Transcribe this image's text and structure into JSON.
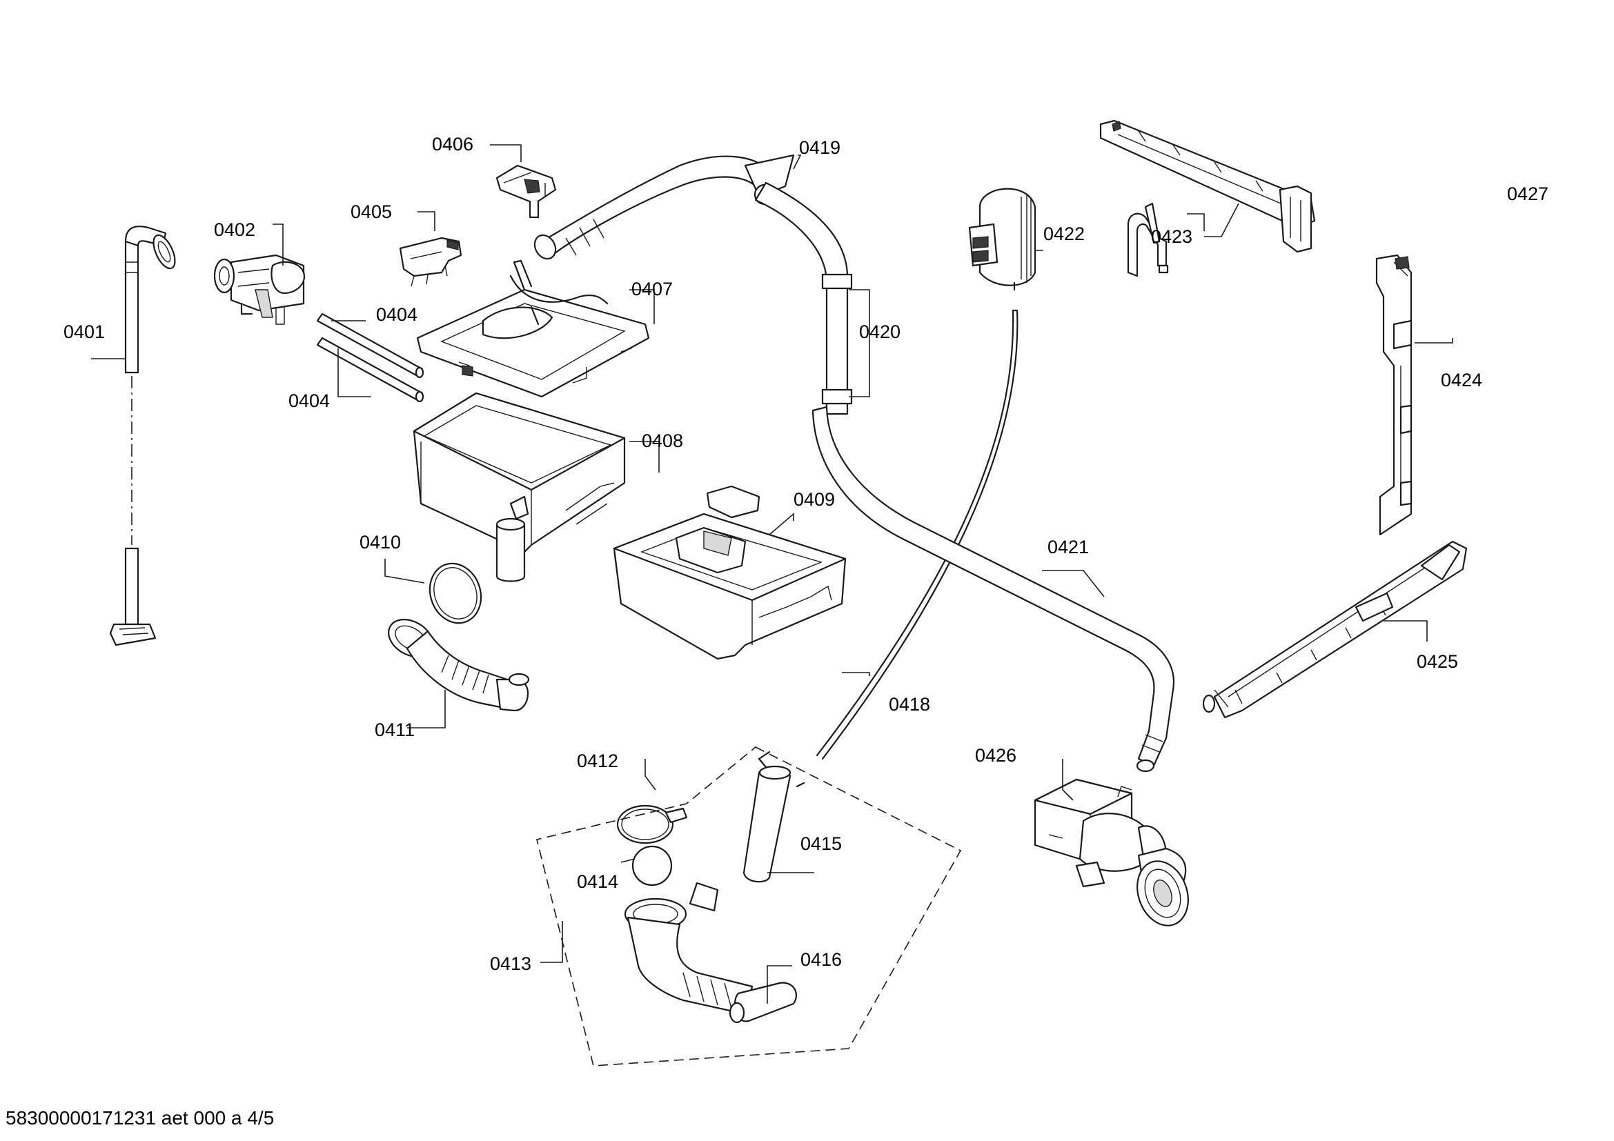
{
  "labels": {
    "p0401": "0401",
    "p0402": "0402",
    "p0404a": "0404",
    "p0404b": "0404",
    "p0405": "0405",
    "p0406": "0406",
    "p0407": "0407",
    "p0408": "0408",
    "p0409": "0409",
    "p0410": "0410",
    "p0411": "0411",
    "p0412": "0412",
    "p0413": "0413",
    "p0414": "0414",
    "p0415": "0415",
    "p0416": "0416",
    "p0418": "0418",
    "p0419": "0419",
    "p0420": "0420",
    "p0421": "0421",
    "p0422": "0422",
    "p0423": "0423",
    "p0424": "0424",
    "p0425": "0425",
    "p0426": "0426",
    "p0427": "0427"
  },
  "footer": "58300000171231 aet 000 a 4/5"
}
